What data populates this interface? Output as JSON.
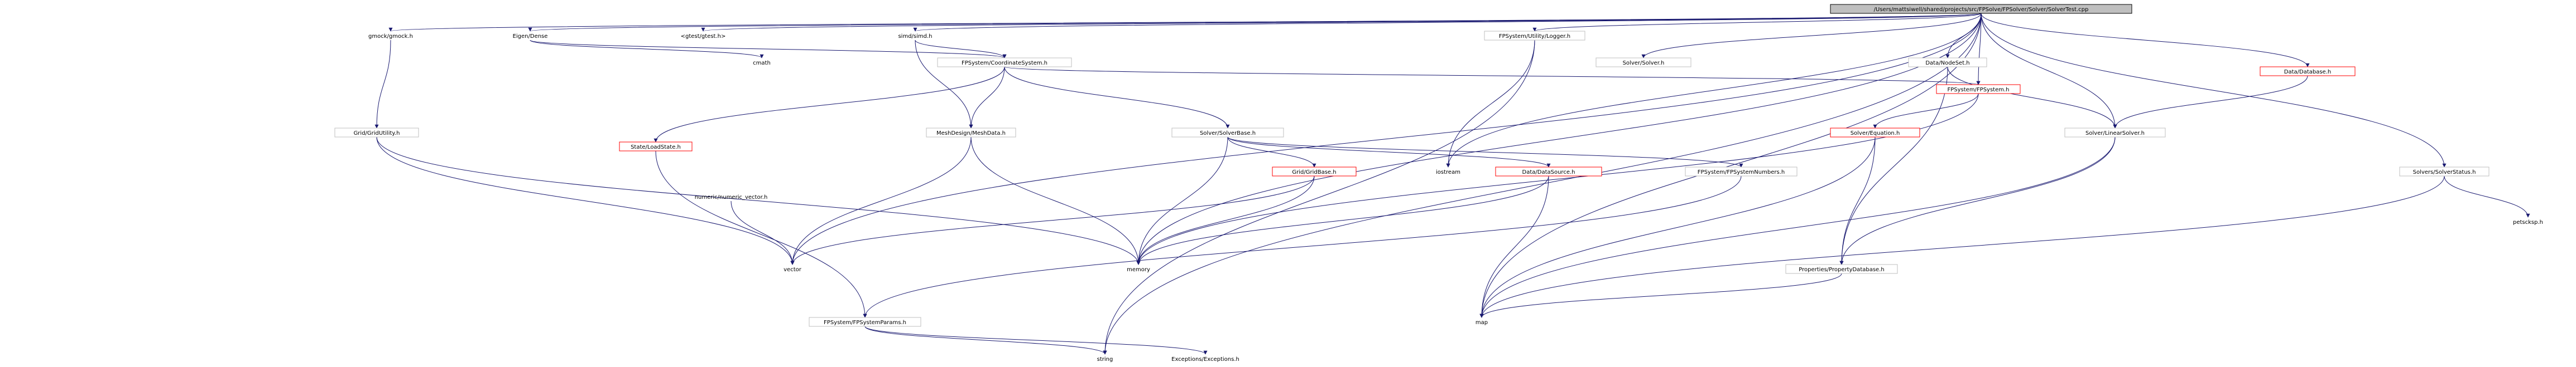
{
  "graph": {
    "root": "/Users/mattsiwell/shared/projects/src/FPSolve/FPSolver/Solver/SolverTest.cpp",
    "nodes": [
      {
        "id": "root",
        "label": "/Users/mattsiwell/shared/projects/src/FPSolve/FPSolver/Solver/SolverTest.cpp",
        "style": "root"
      },
      {
        "id": "gtest",
        "label": "<gtest/gtest.h>",
        "style": "plain"
      },
      {
        "id": "math",
        "label": "cmath",
        "style": "plain"
      },
      {
        "id": "string_h",
        "label": "string",
        "style": "plain"
      },
      {
        "id": "iostream",
        "label": "iostream",
        "style": "plain"
      },
      {
        "id": "vector",
        "label": "vector",
        "style": "plain"
      },
      {
        "id": "memory",
        "label": "memory",
        "style": "plain"
      },
      {
        "id": "map",
        "label": "map",
        "style": "plain"
      },
      {
        "id": "gmock",
        "label": "gmock/gmock.h",
        "style": "plain"
      },
      {
        "id": "ecdb",
        "label": "Eigen/Dense",
        "style": "plain"
      },
      {
        "id": "simdpp",
        "label": "simd/simd.h",
        "style": "plain"
      },
      {
        "id": "logger",
        "label": "FPSystem/Utility/Logger.h",
        "style": "normal"
      },
      {
        "id": "ccsys",
        "label": "FPSystem/CoordinateSystem.h",
        "style": "normal"
      },
      {
        "id": "meshdata",
        "label": "MeshDesign/MeshData.h",
        "style": "normal"
      },
      {
        "id": "solverbase",
        "label": "Solver/SolverBase.h",
        "style": "normal"
      },
      {
        "id": "gridutil",
        "label": "Grid/GridUtility.h",
        "style": "normal"
      },
      {
        "id": "solver_h",
        "label": "Solver/Solver.h",
        "style": "normal"
      },
      {
        "id": "nodeset",
        "label": "Data/NodeSet.h",
        "style": "normal"
      },
      {
        "id": "fpsys",
        "label": "FPSystem/FPSystem.h",
        "style": "red"
      },
      {
        "id": "database",
        "label": "Data/Database.h",
        "style": "red"
      },
      {
        "id": "eqsolver",
        "label": "Solver/Equation.h",
        "style": "red"
      },
      {
        "id": "linsolve",
        "label": "Solver/LinearSolver.h",
        "style": "normal"
      },
      {
        "id": "fpsystemnums",
        "label": "FPSystem/FPSystemNumbers.h",
        "style": "normal"
      },
      {
        "id": "datasource",
        "label": "Data/DataSource.h",
        "style": "red"
      },
      {
        "id": "property",
        "label": "Properties/PropertyDatabase.h",
        "style": "normal"
      },
      {
        "id": "gridbase",
        "label": "Grid/GridBase.h",
        "style": "red"
      },
      {
        "id": "fpsysparams",
        "label": "FPSystem/FPSystemParams.h",
        "style": "normal"
      },
      {
        "id": "exceptions",
        "label": "Exceptions/Exceptions.h",
        "style": "plain"
      },
      {
        "id": "numvec",
        "label": "numeric/numeric_vector.h",
        "style": "plain"
      },
      {
        "id": "loadstate",
        "label": "State/LoadState.h",
        "style": "red"
      },
      {
        "id": "solvstat",
        "label": "Solvers/SolverStatus.h",
        "style": "normal"
      },
      {
        "id": "petsc",
        "label": "petscksp.h",
        "style": "plain"
      }
    ]
  }
}
